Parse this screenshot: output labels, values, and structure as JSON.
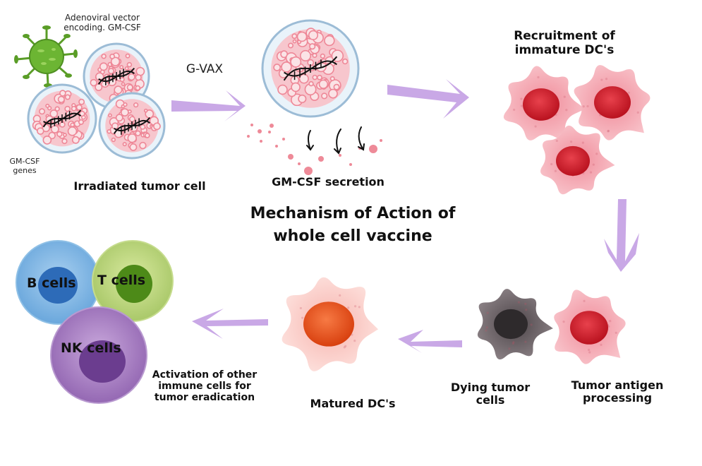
{
  "diagram": {
    "title_lines": [
      "Mechanism of Action of",
      "whole cell vaccine"
    ],
    "labels": {
      "adenoviral_vector": "Adenoviral vector encoding. GM-CSF",
      "gm_csf_genes": "GM-CSF genes",
      "irradiated_tumor_cell": "Irradiated tumor cell",
      "g_vax": "G-VAX",
      "gm_csf_secretion": "GM-CSF secretion",
      "recruitment_lines": [
        "Recruitment of",
        "immature DC's"
      ],
      "tumor_antigen_lines": [
        "Tumor antigen",
        "processing"
      ],
      "dying_tumor_lines": [
        "Dying tumor",
        "cells"
      ],
      "matured_dcs": "Matured DC's",
      "activation_lines": [
        "Activation of other",
        "immune cells for",
        "tumor eradication"
      ],
      "b_cells": "B cells",
      "t_cells": "T cells",
      "nk_cells": "NK cells"
    },
    "flow": [
      "Irradiated tumor cell",
      "GM-CSF secretion",
      "Recruitment of immature DC's",
      "Tumor antigen processing",
      "Dying tumor cells",
      "Matured DC's",
      "Activation of other immune cells for tumor eradication"
    ],
    "colors": {
      "arrow": "#c9a8e6",
      "tumor_pink": "#f08a9a",
      "dc_body": "#f6aab4",
      "dc_nucleus": "#d3202e",
      "dying_body": "#6e6468",
      "dying_nucleus": "#2a2a2a",
      "matured_body": "#fbcfc8",
      "matured_nucleus": "#e9501c",
      "b_cell": "#7fb6e3",
      "t_cell": "#b7d37a",
      "nk_cell": "#a27bbd",
      "virus": "#5ea52a"
    }
  }
}
